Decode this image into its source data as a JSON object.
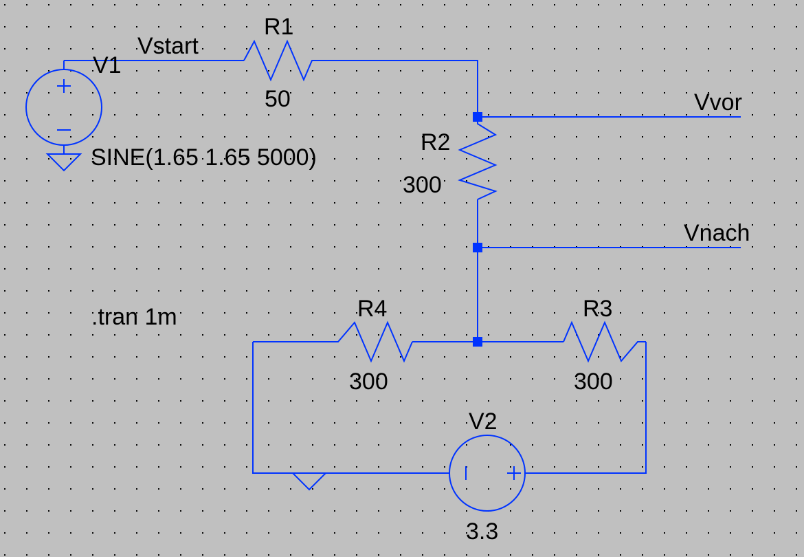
{
  "colors": {
    "background": "#c0c0c0",
    "grid_dot": "#000000",
    "wire": "#0033ff",
    "junction": "#0033ff",
    "text": "#000000"
  },
  "components": {
    "v1": {
      "name": "V1",
      "value": "SINE(1.65 1.65 5000)",
      "plus": "+",
      "minus": "−"
    },
    "r1": {
      "name": "R1",
      "value": "50"
    },
    "r2": {
      "name": "R2",
      "value": "300"
    },
    "r3": {
      "name": "R3",
      "value": "300"
    },
    "r4": {
      "name": "R4",
      "value": "300"
    },
    "v2": {
      "name": "V2",
      "value": "3.3",
      "plus": "+"
    }
  },
  "nets": {
    "vstart": "Vstart",
    "vvor": "Vvor",
    "vnach": "Vnach"
  },
  "directive": ".tran 1m"
}
